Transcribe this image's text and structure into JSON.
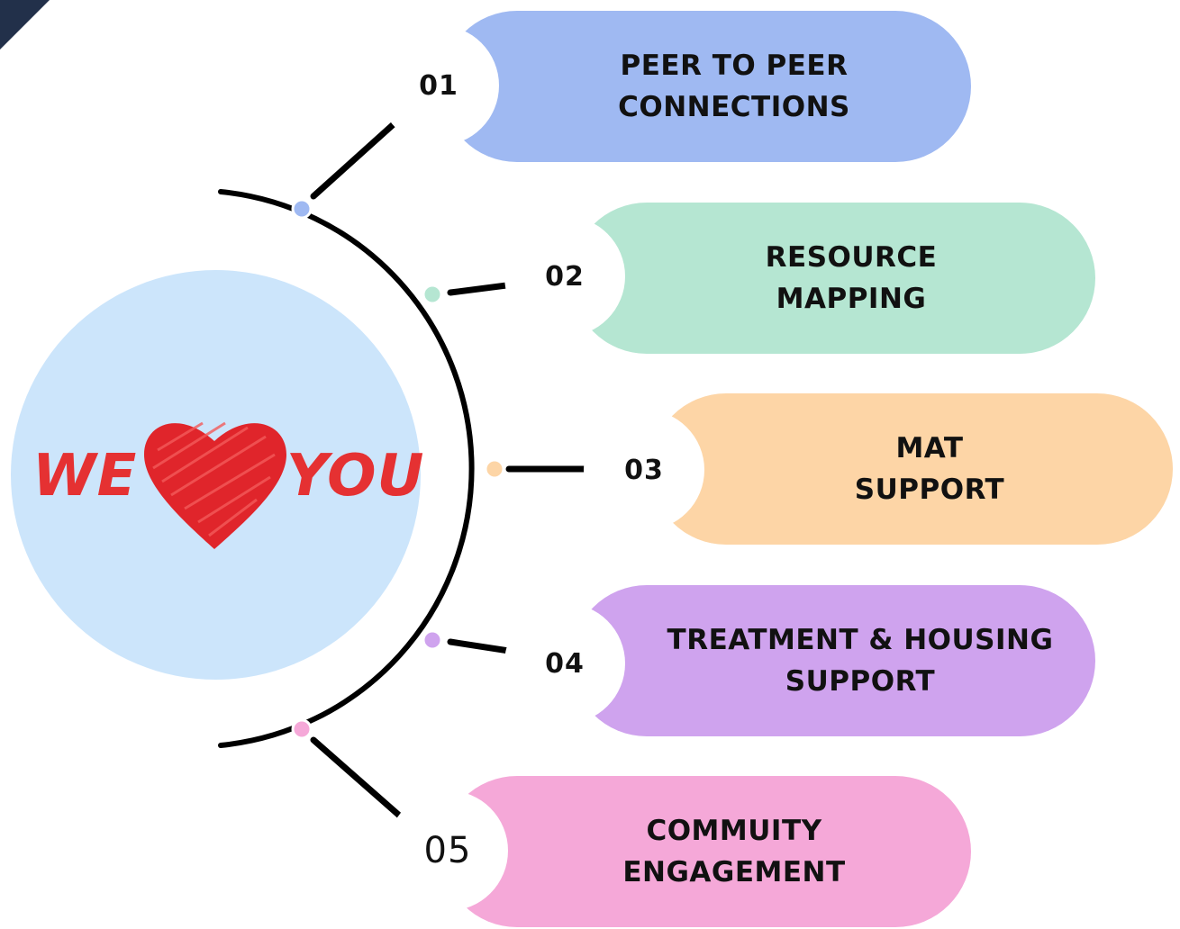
{
  "hero": {
    "word_left": "WE",
    "word_right": "YOU",
    "heart_icon": "heart-icon",
    "colors": {
      "circle": "#cce5fb",
      "text": "#e53132",
      "heart": "#e0252b"
    }
  },
  "items": [
    {
      "number": "01",
      "title": "PEER TO PEER CONNECTIONS",
      "color": "#9fb9f2",
      "dot_color": "#9fb9f2"
    },
    {
      "number": "02",
      "title": "RESOURCE MAPPING",
      "color": "#b5e6d2",
      "dot_color": "#b5e6d2"
    },
    {
      "number": "03",
      "title": "MAT SUPPORT",
      "color": "#fdd5a6",
      "dot_color": "#fdd5a6"
    },
    {
      "number": "04",
      "title": "TREATMENT & HOUSING SUPPORT",
      "color": "#cfa3ee",
      "dot_color": "#cfa3ee"
    },
    {
      "number": "05",
      "title": "COMMUITY ENGAGEMENT",
      "color": "#f5a8d8",
      "dot_color": "#f5a8d8"
    }
  ],
  "colors": {
    "connector": "#000000",
    "corner": "#22304a"
  }
}
